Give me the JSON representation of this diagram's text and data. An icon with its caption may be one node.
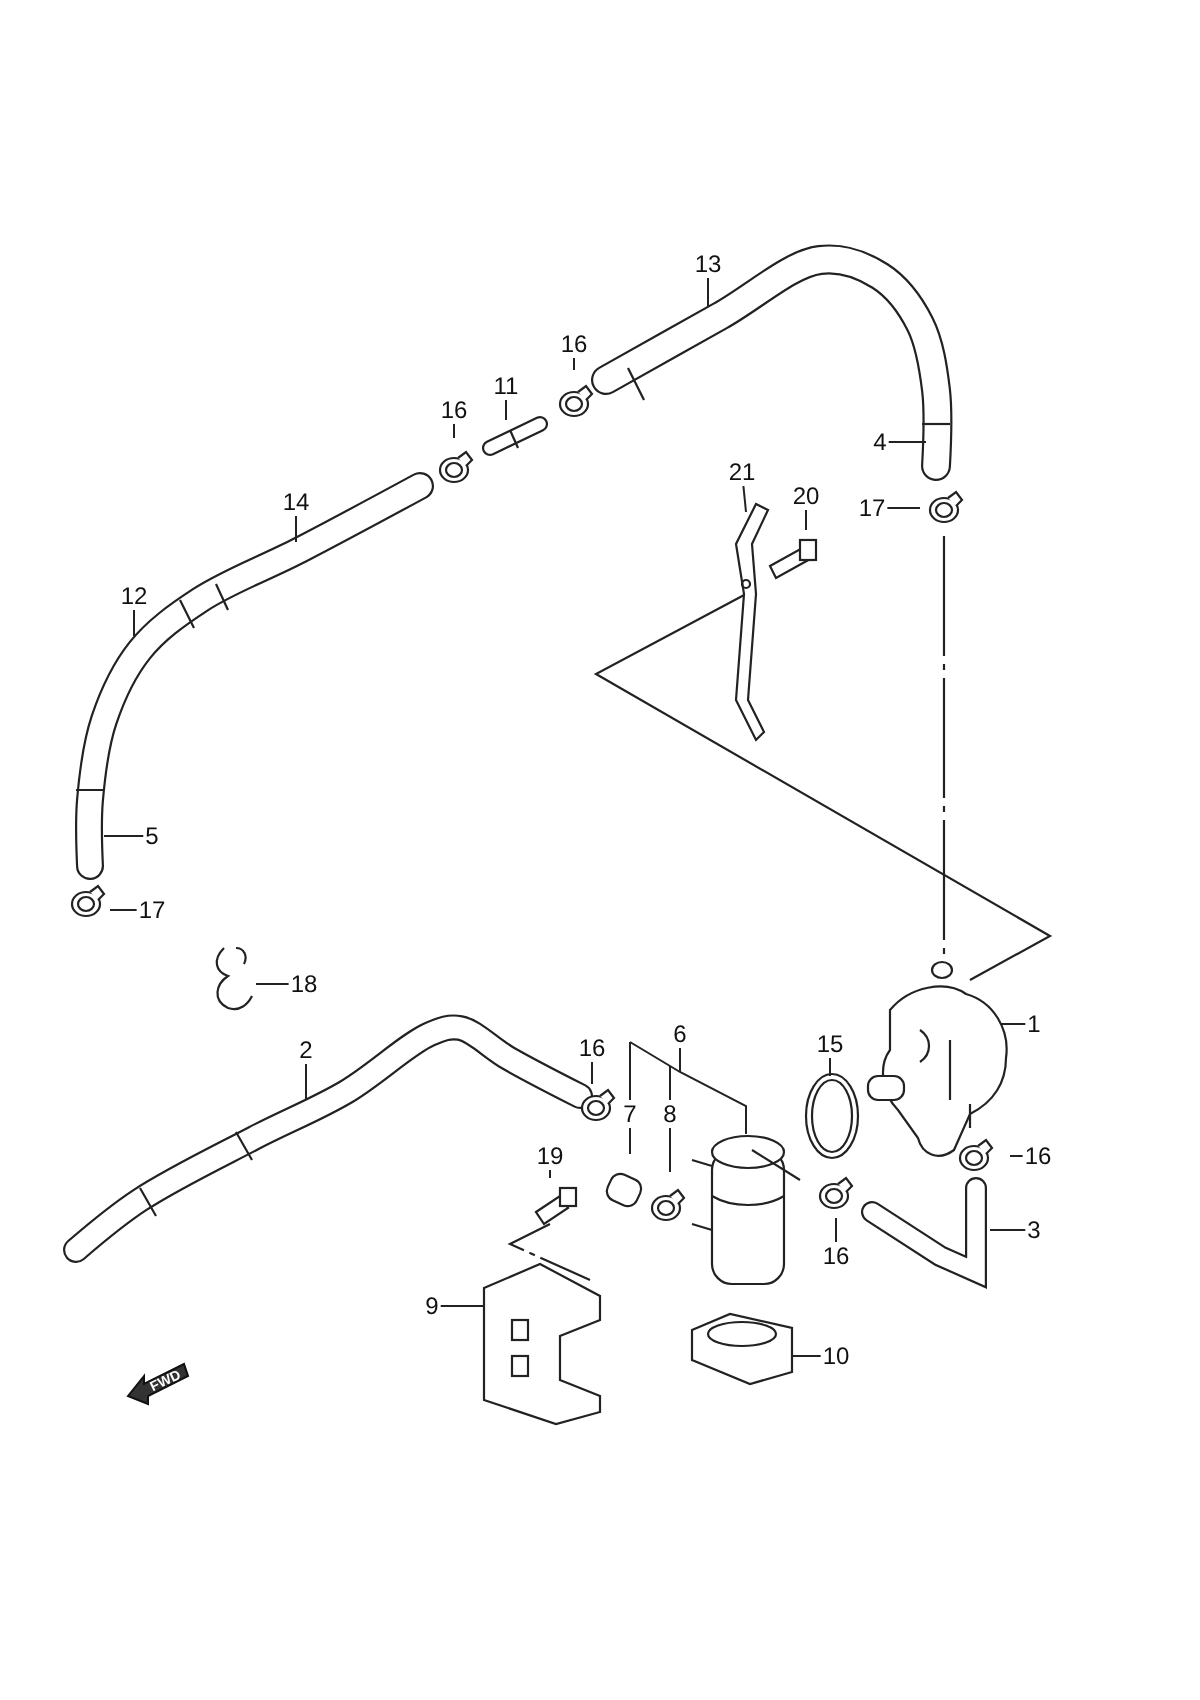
{
  "diagram": {
    "nodes": [
      {
        "text": [
          "13"
        ]
      },
      {
        "text": [
          "16"
        ]
      },
      {
        "text": [
          "11"
        ]
      },
      {
        "text": [
          "16"
        ]
      },
      {
        "text": [
          "4"
        ]
      },
      {
        "text": [
          "21"
        ]
      },
      {
        "text": [
          "20"
        ]
      },
      {
        "text": [
          "17"
        ]
      },
      {
        "text": [
          "14"
        ]
      },
      {
        "text": [
          "12"
        ]
      },
      {
        "text": [
          "5"
        ]
      },
      {
        "text": [
          "17"
        ]
      },
      {
        "text": [
          "18"
        ]
      },
      {
        "text": [
          "1"
        ]
      },
      {
        "text": [
          "6"
        ]
      },
      {
        "text": [
          "2"
        ]
      },
      {
        "text": [
          "16"
        ]
      },
      {
        "text": [
          "15"
        ]
      },
      {
        "text": [
          "7"
        ]
      },
      {
        "text": [
          "8"
        ]
      },
      {
        "text": [
          "16"
        ]
      },
      {
        "text": [
          "19"
        ]
      },
      {
        "text": [
          "3"
        ]
      },
      {
        "text": [
          "16"
        ]
      },
      {
        "text": [
          "9"
        ]
      },
      {
        "text": [
          "10"
        ]
      }
    ],
    "edges": [
      {
        "from": 0,
        "to": null,
        "arrow": "none"
      },
      {
        "from": 1,
        "to": null,
        "arrow": "none"
      },
      {
        "from": 2,
        "to": null,
        "arrow": "none"
      },
      {
        "from": 3,
        "to": null,
        "arrow": "none"
      },
      {
        "from": 4,
        "to": null,
        "arrow": "none"
      },
      {
        "from": 5,
        "to": null,
        "arrow": "none"
      },
      {
        "from": 6,
        "to": null,
        "arrow": "none"
      },
      {
        "from": 7,
        "to": null,
        "arrow": "none"
      },
      {
        "from": 8,
        "to": null,
        "arrow": "none"
      },
      {
        "from": 9,
        "to": null,
        "arrow": "none"
      },
      {
        "from": 10,
        "to": null,
        "arrow": "none"
      },
      {
        "from": 11,
        "to": null,
        "arrow": "none"
      },
      {
        "from": 12,
        "to": null,
        "arrow": "none"
      },
      {
        "from": 13,
        "to": null,
        "arrow": "none"
      },
      {
        "from": 14,
        "to": null,
        "arrow": "none"
      },
      {
        "from": 15,
        "to": null,
        "arrow": "none"
      },
      {
        "from": 16,
        "to": null,
        "arrow": "none"
      },
      {
        "from": 17,
        "to": null,
        "arrow": "none"
      },
      {
        "from": 18,
        "to": null,
        "arrow": "none"
      },
      {
        "from": 19,
        "to": null,
        "arrow": "none"
      },
      {
        "from": 20,
        "to": null,
        "arrow": "none"
      },
      {
        "from": 21,
        "to": null,
        "arrow": "none"
      },
      {
        "from": 22,
        "to": null,
        "arrow": "none"
      },
      {
        "from": 23,
        "to": null,
        "arrow": "none"
      },
      {
        "from": 24,
        "to": null,
        "arrow": "none"
      },
      {
        "from": 25,
        "to": null,
        "arrow": "none"
      }
    ],
    "labels": [
      "FWD"
    ]
  }
}
